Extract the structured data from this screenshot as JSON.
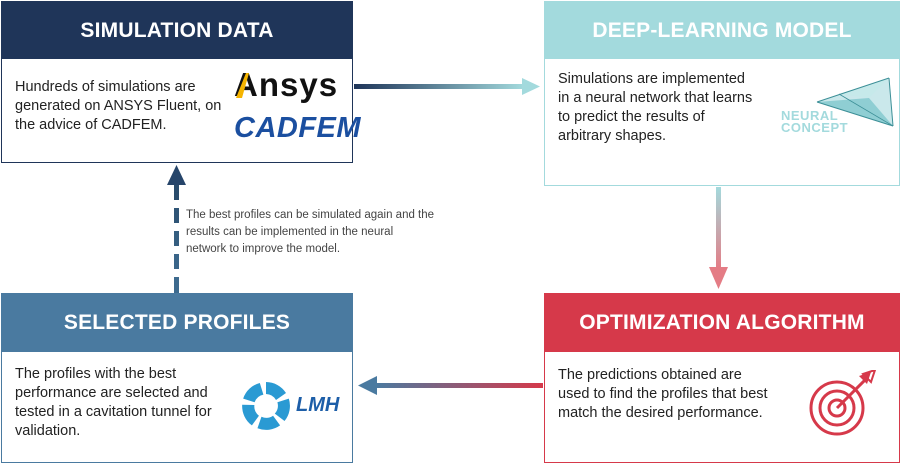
{
  "simulation": {
    "title": "SIMULATION DATA",
    "lines": [
      "Hundreds of simulations are",
      "generated on ANSYS Fluent, on",
      "the advice of CADFEM."
    ],
    "logo_ansys": "Ansys",
    "logo_cadfem": "CADFEM"
  },
  "deep_learning": {
    "title": "DEEP-LEARNING MODEL",
    "lines": [
      "Simulations are implemented",
      "in a neural network that learns",
      "to predict the results of",
      "arbitrary shapes."
    ],
    "logo_line1": "NEURAL",
    "logo_line2": "CONCEPT"
  },
  "selected": {
    "title": "SELECTED PROFILES",
    "lines": [
      "The profiles with the best",
      "performance are selected and",
      "tested in a cavitation tunnel for",
      "validation."
    ],
    "logo": "LMH"
  },
  "optimization": {
    "title": "OPTIMIZATION ALGORITHM",
    "lines": [
      "The predictions obtained are",
      "used to find the profiles that best",
      "match the desired performance."
    ]
  },
  "feedback_note": {
    "lines": [
      "The best profiles can be simulated again and the",
      "results can be implemented in the neural",
      "network to improve the model."
    ]
  },
  "colors": {
    "navy": "#1f3559",
    "teal": "#a3dadd",
    "steel_blue": "#4a7aa0",
    "red": "#d6394a",
    "ansys_amber": "#f5b400"
  },
  "icons": [
    "target-icon",
    "lmh-swirl-icon",
    "neural-concept-icon"
  ]
}
